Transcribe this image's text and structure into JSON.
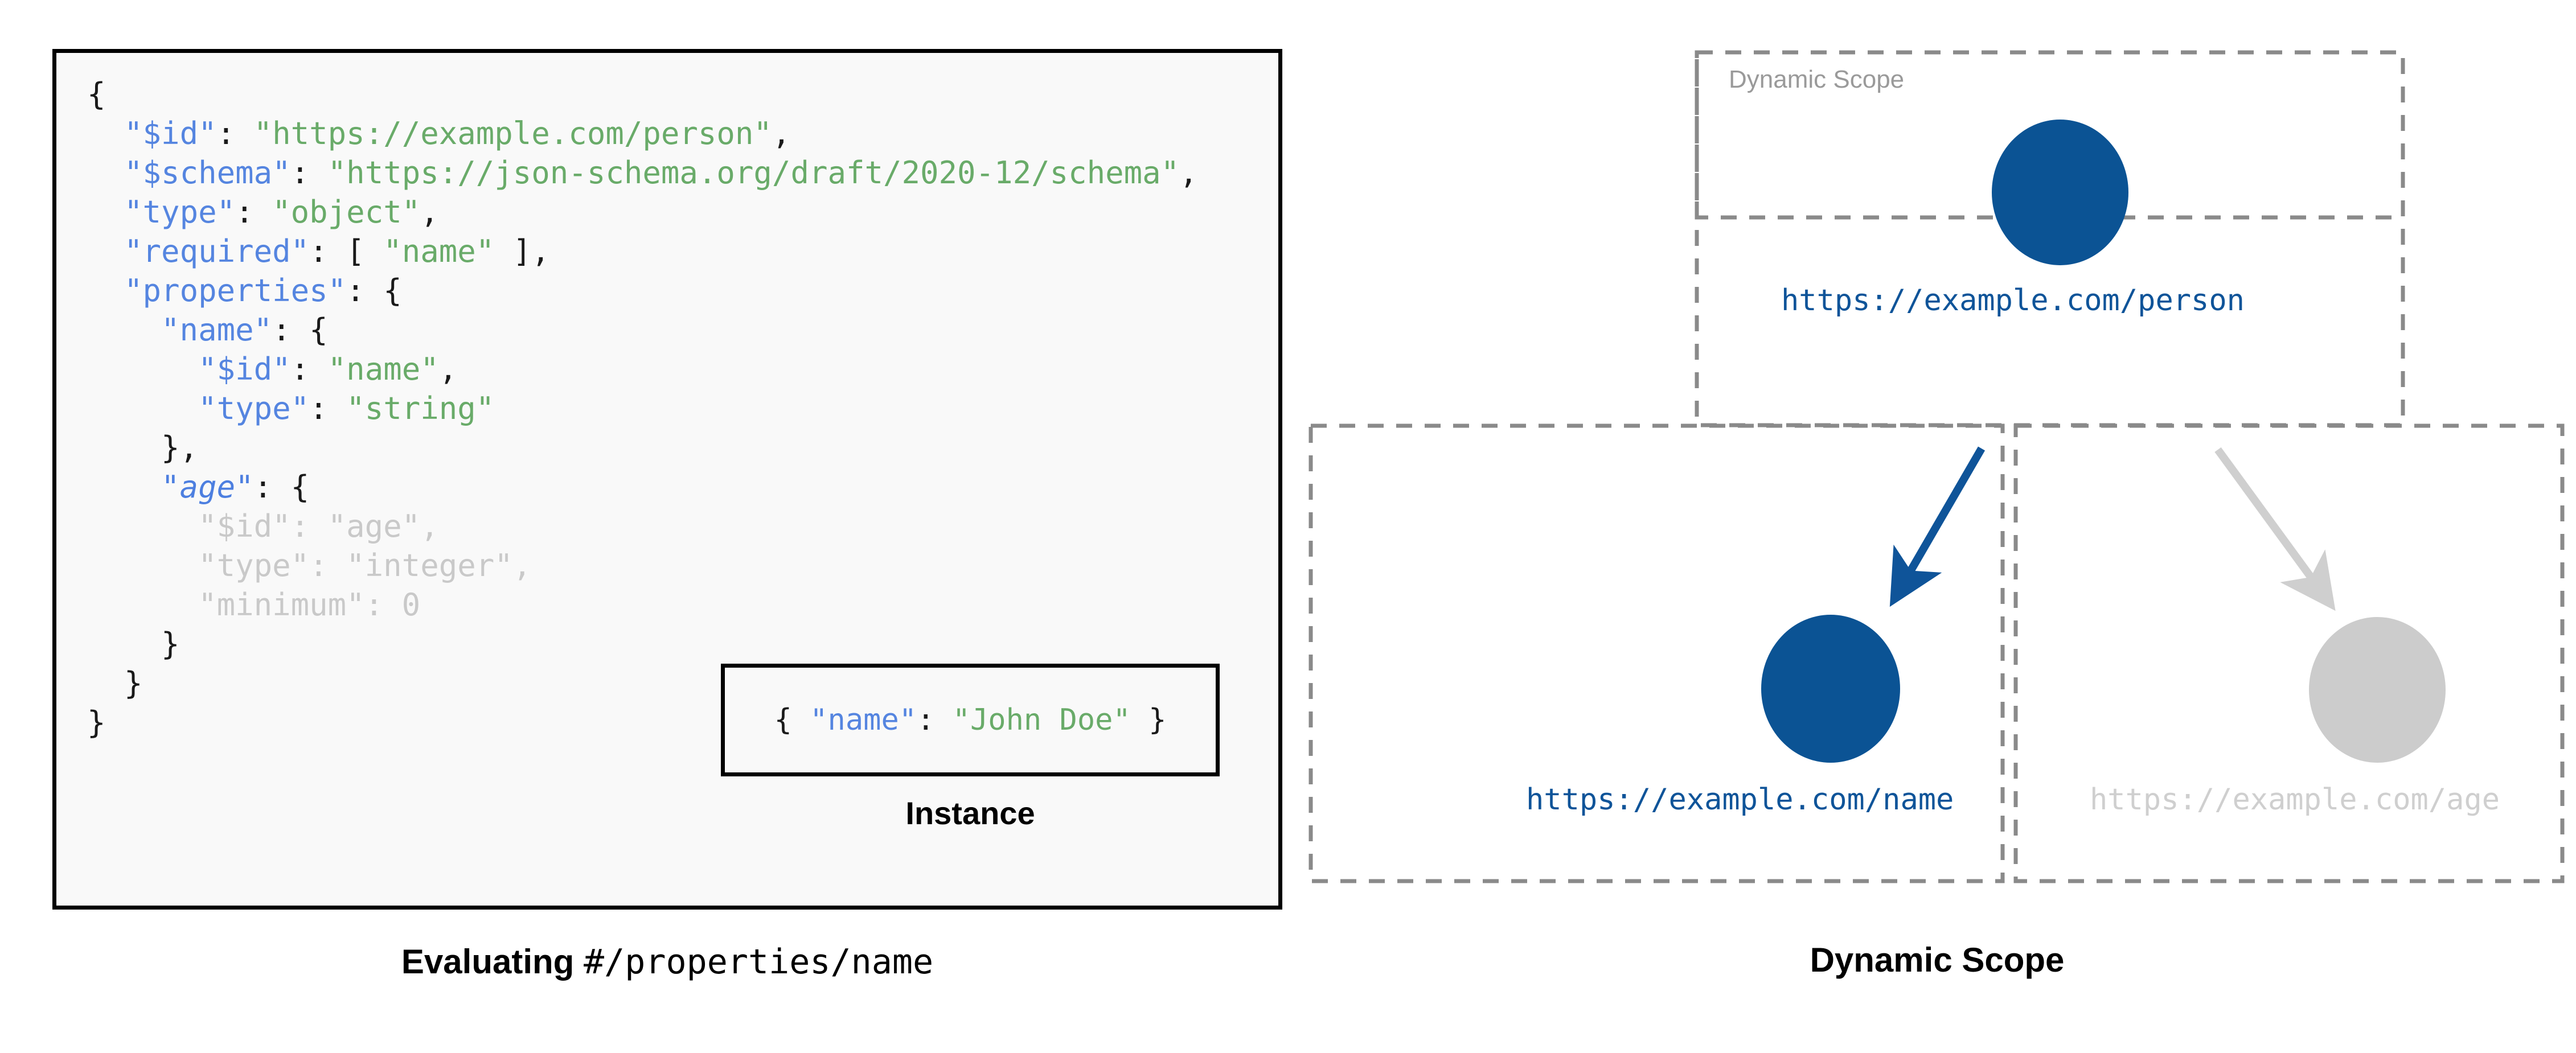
{
  "colors": {
    "key_blue": "#5585e0",
    "string_green": "#69ab69",
    "dim_grey": "#c9c9c9",
    "node_blue": "#0b5394",
    "node_grey": "#cccccc",
    "scope_border": "#8a8a8a",
    "panel_bg": "#f9f9f9",
    "panel_border": "#000000",
    "link_blue": "#0f5499",
    "link_grey": "#cfcfcf"
  },
  "schema_panel": {
    "lines": [
      [
        {
          "t": "{",
          "c": "p"
        }
      ],
      [
        {
          "t": "  ",
          "c": "p"
        },
        {
          "t": "\"$id\"",
          "c": "k"
        },
        {
          "t": ": ",
          "c": "p"
        },
        {
          "t": "\"https://example.com/person\"",
          "c": "s"
        },
        {
          "t": ",",
          "c": "p"
        }
      ],
      [
        {
          "t": "  ",
          "c": "p"
        },
        {
          "t": "\"$schema\"",
          "c": "k"
        },
        {
          "t": ": ",
          "c": "p"
        },
        {
          "t": "\"https://json-schema.org/draft/2020-12/schema\"",
          "c": "s"
        },
        {
          "t": ",",
          "c": "p"
        }
      ],
      [
        {
          "t": "  ",
          "c": "p"
        },
        {
          "t": "\"type\"",
          "c": "k"
        },
        {
          "t": ": ",
          "c": "p"
        },
        {
          "t": "\"object\"",
          "c": "s"
        },
        {
          "t": ",",
          "c": "p"
        }
      ],
      [
        {
          "t": "  ",
          "c": "p"
        },
        {
          "t": "\"required\"",
          "c": "k"
        },
        {
          "t": ": [ ",
          "c": "p"
        },
        {
          "t": "\"name\"",
          "c": "s"
        },
        {
          "t": " ],",
          "c": "p"
        }
      ],
      [
        {
          "t": "  ",
          "c": "p"
        },
        {
          "t": "\"properties\"",
          "c": "k"
        },
        {
          "t": ": {",
          "c": "p"
        }
      ],
      [
        {
          "t": "    ",
          "c": "p"
        },
        {
          "t": "\"name\"",
          "c": "k"
        },
        {
          "t": ": {",
          "c": "p"
        }
      ],
      [
        {
          "t": "      ",
          "c": "p"
        },
        {
          "t": "\"$id\"",
          "c": "k"
        },
        {
          "t": ": ",
          "c": "p"
        },
        {
          "t": "\"name\"",
          "c": "s"
        },
        {
          "t": ",",
          "c": "p"
        }
      ],
      [
        {
          "t": "      ",
          "c": "p"
        },
        {
          "t": "\"type\"",
          "c": "k"
        },
        {
          "t": ": ",
          "c": "p"
        },
        {
          "t": "\"string\"",
          "c": "s"
        }
      ],
      [
        {
          "t": "    },",
          "c": "p"
        }
      ],
      [
        {
          "t": "    ",
          "c": "p"
        },
        {
          "t": "\"age\"",
          "c": "ki"
        },
        {
          "t": ": {",
          "c": "p"
        }
      ],
      [
        {
          "t": "      \"$id\": \"age\",",
          "c": "dim"
        }
      ],
      [
        {
          "t": "      \"type\": \"integer\",",
          "c": "dim"
        }
      ],
      [
        {
          "t": "      \"minimum\": 0",
          "c": "dim"
        }
      ],
      [
        {
          "t": "    }",
          "c": "p"
        }
      ],
      [
        {
          "t": "  }",
          "c": "p"
        }
      ],
      [
        {
          "t": "}",
          "c": "p"
        }
      ]
    ]
  },
  "instance": {
    "code_parts": [
      {
        "t": "{ ",
        "c": "p"
      },
      {
        "t": "\"name\"",
        "c": "k"
      },
      {
        "t": ": ",
        "c": "p"
      },
      {
        "t": "\"John Doe\"",
        "c": "s"
      },
      {
        "t": " }",
        "c": "p"
      }
    ],
    "label": "Instance"
  },
  "left_caption": {
    "bold_text": "Evaluating ",
    "mono_text": "#/properties/name"
  },
  "diagram": {
    "scope_label": "Dynamic Scope",
    "nodes": [
      {
        "id": "person",
        "label": "https://example.com/person",
        "state": "active"
      },
      {
        "id": "name",
        "label": "https://example.com/name",
        "state": "active"
      },
      {
        "id": "age",
        "label": "https://example.com/age",
        "state": "faded"
      }
    ]
  },
  "right_caption": {
    "text": "Dynamic Scope"
  }
}
